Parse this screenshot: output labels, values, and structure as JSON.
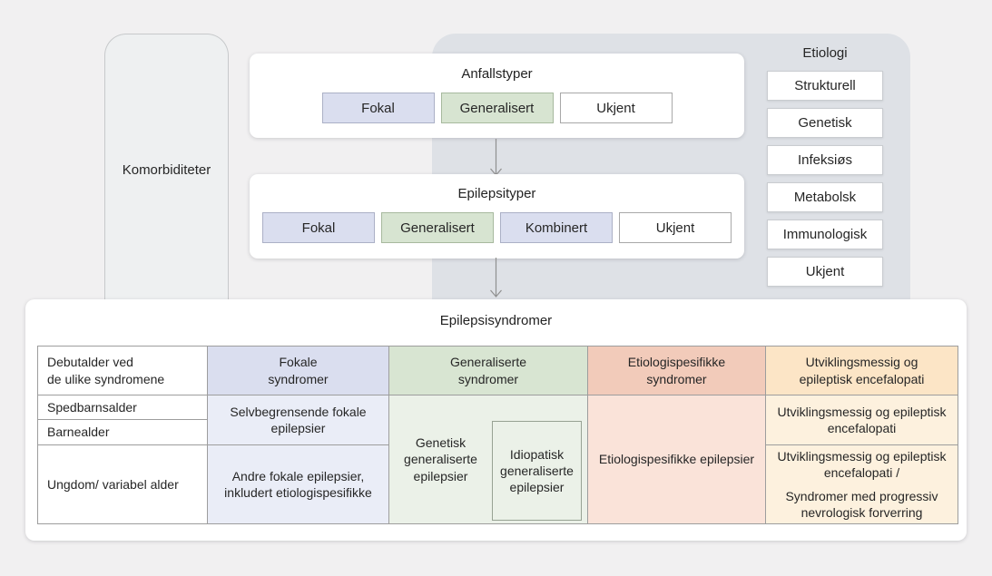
{
  "komorbiditeter": {
    "label": "Komorbiditeter"
  },
  "anfallstyper": {
    "title": "Anfallstyper",
    "buttons": [
      {
        "label": "Fokal"
      },
      {
        "label": "Generalisert"
      },
      {
        "label": "Ukjent"
      }
    ]
  },
  "epilepsityper": {
    "title": "Epilepsityper",
    "buttons": [
      {
        "label": "Fokal"
      },
      {
        "label": "Generalisert"
      },
      {
        "label": "Kombinert"
      },
      {
        "label": "Ukjent"
      }
    ]
  },
  "etiologi": {
    "title": "Etiologi",
    "items": [
      "Strukturell",
      "Genetisk",
      "Infeksiøs",
      "Metabolsk",
      "Immunologisk",
      "Ukjent"
    ]
  },
  "syndromer": {
    "title": "Epilepsisyndromer",
    "columns": [
      {
        "line1": "Debutalder ved",
        "line2": "de ulike syndromene"
      },
      {
        "line1": "Fokale",
        "line2": "syndromer"
      },
      {
        "line1": "Generaliserte",
        "line2": "syndromer"
      },
      {
        "line1": "Etiologispesifikke",
        "line2": "syndromer"
      },
      {
        "line1": "Utviklingsmessig og",
        "line2": "epileptisk encefalopati"
      }
    ],
    "age_rows": [
      "Spedbarnsalder",
      "Barnealder",
      "Ungdom/ variabel alder"
    ],
    "cells": {
      "fokale_top": "Selvbegrensende fokale epilepsier",
      "fokale_bottom": "Andre fokale epilepsier, inkludert etiologispesifikke",
      "genetisk": "Genetisk generaliserte epilepsier",
      "idiopatisk": "Idiopatisk generaliserte epilepsier",
      "etiologispesifikke": "Etiologispesifikke epilepsier",
      "utvikling_top": "Utviklingsmessig og epileptisk encefalopati",
      "utvikling_bottom_1": "Utviklingsmessig og epileptisk encefalopati /",
      "utvikling_bottom_2": "Syndromer med progressiv nevrologisk forverring"
    }
  },
  "colors": {
    "background": "#f1f0f1",
    "panel_gray": "#dee1e6",
    "lavender": "#dadeef",
    "green": "#d7e4d1",
    "salmon_header": "#f2cbba",
    "peach_header": "#fce5c6",
    "lavender_light": "#eaedf7",
    "green_light": "#ebf1e8",
    "salmon_light": "#fae3d9",
    "peach_light": "#fdf1de"
  }
}
